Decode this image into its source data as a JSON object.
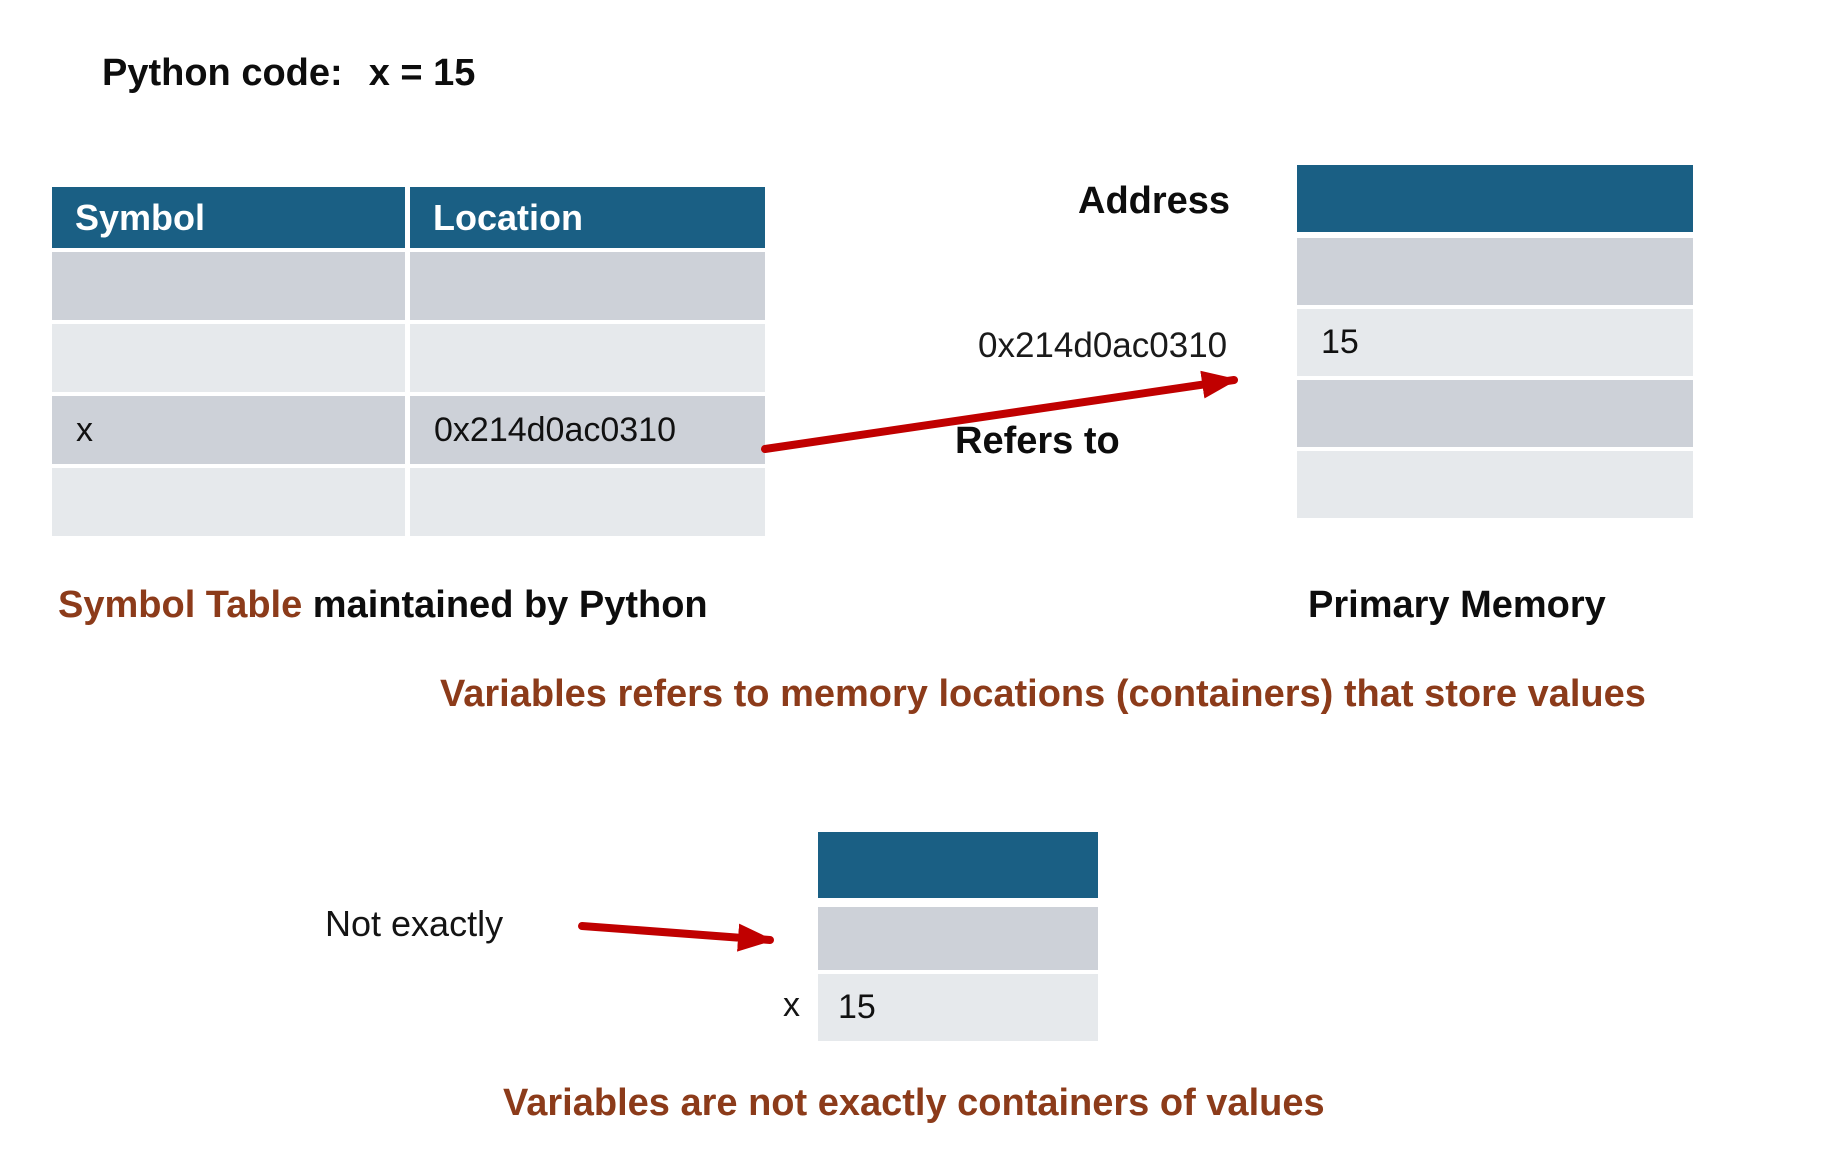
{
  "title": {
    "prefix": "Python code:",
    "code": "x = 15"
  },
  "symbol_table": {
    "headers": [
      "Symbol",
      "Location"
    ],
    "rows": [
      [
        "",
        ""
      ],
      [
        "",
        ""
      ],
      [
        "x",
        "0x214d0ac0310"
      ],
      [
        "",
        ""
      ]
    ],
    "caption_highlight": "Symbol Table",
    "caption_rest": " maintained by Python"
  },
  "memory_table": {
    "label": "Address",
    "address": "0x214d0ac0310",
    "relation": "Refers to",
    "rows": [
      "",
      "15",
      "",
      ""
    ],
    "caption": "Primary Memory"
  },
  "middle_note": "Variables refers to memory locations (containers) that store values",
  "bottom": {
    "note": "Not exactly",
    "variable": "x",
    "rows": [
      "",
      "15"
    ],
    "caption": "Variables are not exactly containers of values"
  },
  "colors": {
    "header_teal": "#1a5f84",
    "row_dark": "#cdd1d8",
    "row_light": "#e6e9ec",
    "arrow_red": "#c00000",
    "accent_brown": "#8c3b1a",
    "text_black": "#0d0d0d"
  }
}
